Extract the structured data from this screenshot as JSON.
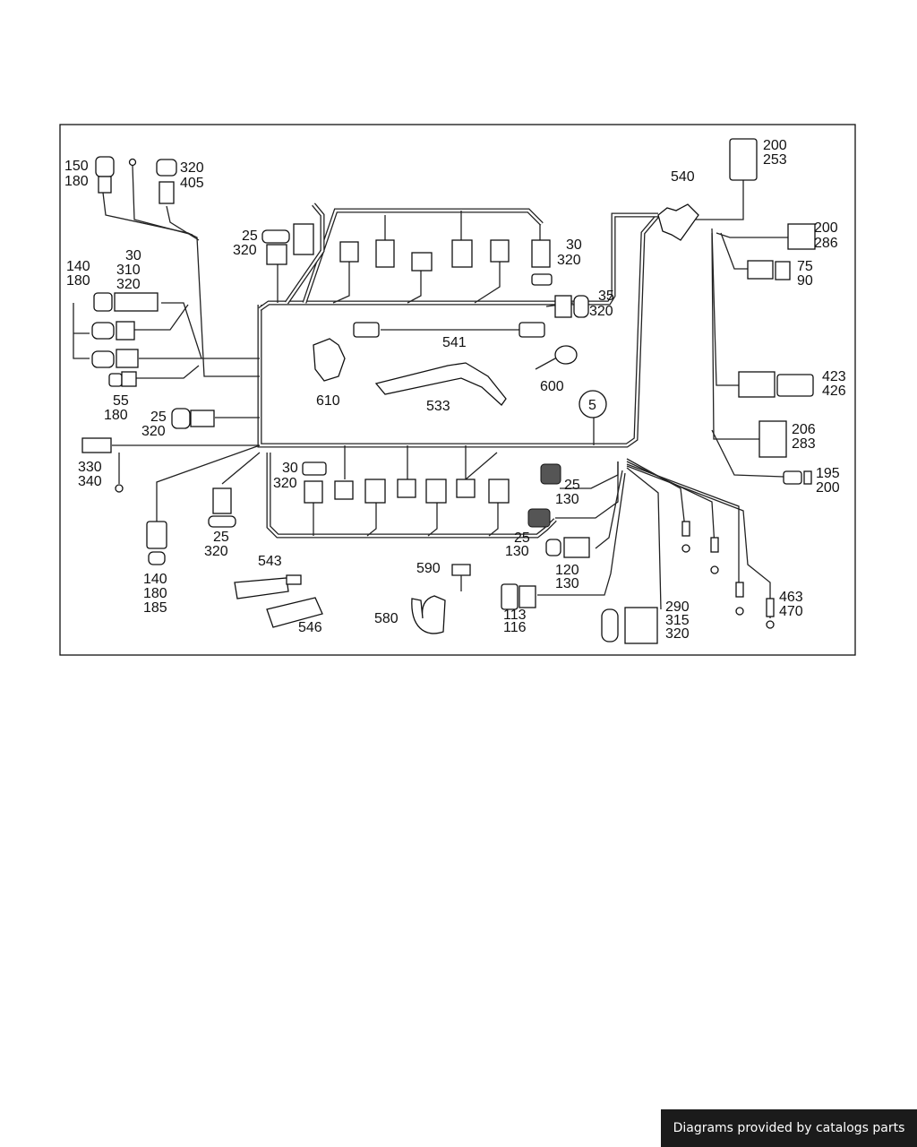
{
  "footer": {
    "text": "Diagrams provided by catalogs parts"
  },
  "labels": {
    "l150": "150",
    "l180a": "180",
    "l320a": "320",
    "l405": "405",
    "l25a": "25",
    "l320b": "320",
    "l30a": "30",
    "l310": "310",
    "l320c": "320",
    "l140a": "140",
    "l180b": "180",
    "l55": "55",
    "l180c": "180",
    "l25b": "25",
    "l320d": "320",
    "l330": "330",
    "l340": "340",
    "l140b": "140",
    "l180d": "180",
    "l185": "185",
    "l25c": "25",
    "l320e": "320",
    "l30b": "30",
    "l320f": "320",
    "l543": "543",
    "l546": "546",
    "l590": "590",
    "l580": "580",
    "l610": "610",
    "l533": "533",
    "l541": "541",
    "l600": "600",
    "l5": "5",
    "l30c": "30",
    "l320g": "320",
    "l35": "35",
    "l320h": "320",
    "l540": "540",
    "l200a": "200",
    "l253": "253",
    "l200b": "200",
    "l286": "286",
    "l75": "75",
    "l90": "90",
    "l423": "423",
    "l426": "426",
    "l206": "206",
    "l283": "283",
    "l195": "195",
    "l200c": "200",
    "l25d": "25",
    "l130a": "130",
    "l25e": "25",
    "l130b": "130",
    "l120": "120",
    "l130c": "130",
    "l113": "113",
    "l116": "116",
    "l290": "290",
    "l315": "315",
    "l320i": "320",
    "l463": "463",
    "l470": "470"
  }
}
